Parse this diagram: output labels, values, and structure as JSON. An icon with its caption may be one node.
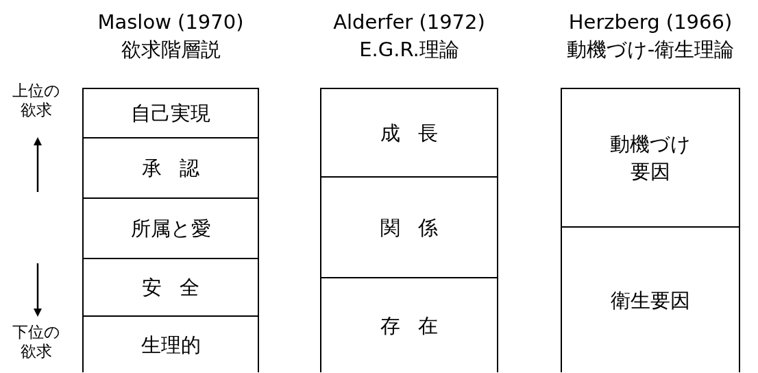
{
  "diagram": {
    "nodes": [
      {
        "text": [
          "Maslow (1970) 欲求階層説"
        ]
      },
      {
        "text": [
          "自己実現"
        ],
        "in": 0
      },
      {
        "text": [
          "承認"
        ],
        "in": 0
      },
      {
        "text": [
          "所属と愛"
        ],
        "in": 0
      },
      {
        "text": [
          "安全"
        ],
        "in": 0
      },
      {
        "text": [
          "生理的"
        ],
        "in": 0
      },
      {
        "text": [
          "Alderfer (1972) E.G.R.理論"
        ]
      },
      {
        "text": [
          "成長"
        ],
        "in": 6
      },
      {
        "text": [
          "関係"
        ],
        "in": 6
      },
      {
        "text": [
          "存在"
        ],
        "in": 6
      },
      {
        "text": [
          "Herzberg (1966) 動機づけ-衛生理論"
        ]
      },
      {
        "text": [
          "動機づけ要因"
        ],
        "in": 10
      },
      {
        "text": [
          "衛生要因"
        ],
        "in": 10
      }
    ],
    "edges": [],
    "labels": [
      "上位の欲求",
      "下位の欲求"
    ]
  }
}
